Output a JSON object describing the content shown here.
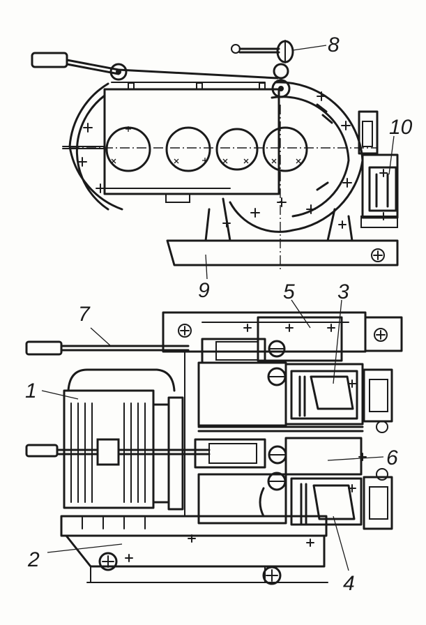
{
  "diagram": {
    "callouts": [
      {
        "id": "1",
        "text": "1"
      },
      {
        "id": "2",
        "text": "2"
      },
      {
        "id": "3",
        "text": "3"
      },
      {
        "id": "4",
        "text": "4"
      },
      {
        "id": "5",
        "text": "5"
      },
      {
        "id": "6",
        "text": "6"
      },
      {
        "id": "7",
        "text": "7"
      },
      {
        "id": "8",
        "text": "8"
      },
      {
        "id": "9",
        "text": "9"
      },
      {
        "id": "10",
        "text": "10"
      }
    ]
  },
  "colors": {
    "ink": "#1a1a1a",
    "paper": "#fdfdfb"
  }
}
